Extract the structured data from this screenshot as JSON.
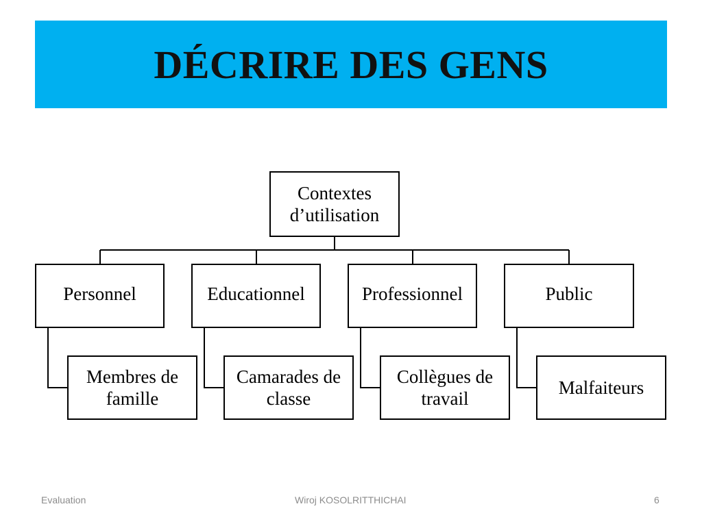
{
  "title": "DÉCRIRE DES GENS",
  "colors": {
    "title_bar": "#00b0f0",
    "line": "#000000"
  },
  "root": {
    "line1": "Contextes",
    "line2": "d’utilisation"
  },
  "categories": [
    {
      "label": "Personnel",
      "child_line1": "Membres de",
      "child_line2": "famille"
    },
    {
      "label": "Educationnel",
      "child_line1": "Camarades de",
      "child_line2": "classe"
    },
    {
      "label": "Professionnel",
      "child_line1": "Collègues de",
      "child_line2": "travail"
    },
    {
      "label": "Public",
      "child_line1": "Malfaiteurs",
      "child_line2": ""
    }
  ],
  "footer": {
    "left": "Evaluation",
    "center": "Wiroj KOSOLRITTHICHAI",
    "page": "6"
  }
}
